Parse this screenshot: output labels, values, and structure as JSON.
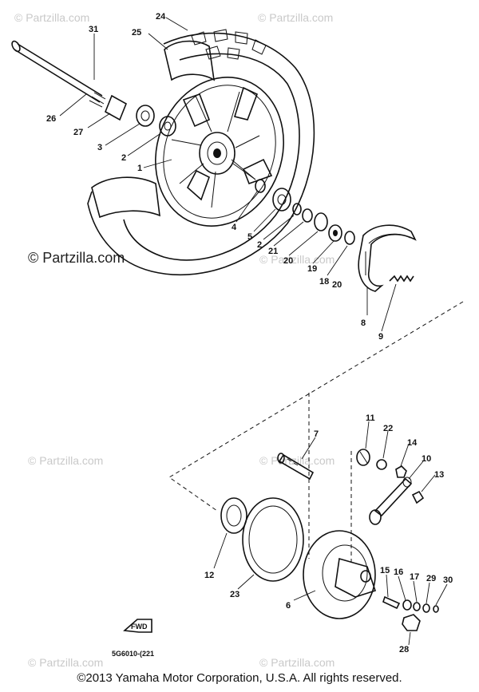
{
  "watermarks": {
    "top_left": "© Partzilla.com",
    "top_right": "© Partzilla.com",
    "mid_left": "© Partzilla.com",
    "low_left": "© Partzilla.com",
    "low_mid": "© Partzilla.com",
    "bottom_left": "© Partzilla.com",
    "bottom_right": "© Partzilla.com"
  },
  "callouts": [
    "1",
    "2",
    "2",
    "3",
    "4",
    "5",
    "6",
    "7",
    "8",
    "9",
    "10",
    "11",
    "12",
    "13",
    "14",
    "15",
    "16",
    "17",
    "18",
    "19",
    "20",
    "20",
    "21",
    "22",
    "23",
    "24",
    "25",
    "26",
    "27",
    "28",
    "29",
    "30",
    "31"
  ],
  "diagram_code": "5G6010-(221",
  "fwd_label": "FWD",
  "copyright": "©2013 Yamaha Motor Corporation, U.S.A. All rights reserved."
}
